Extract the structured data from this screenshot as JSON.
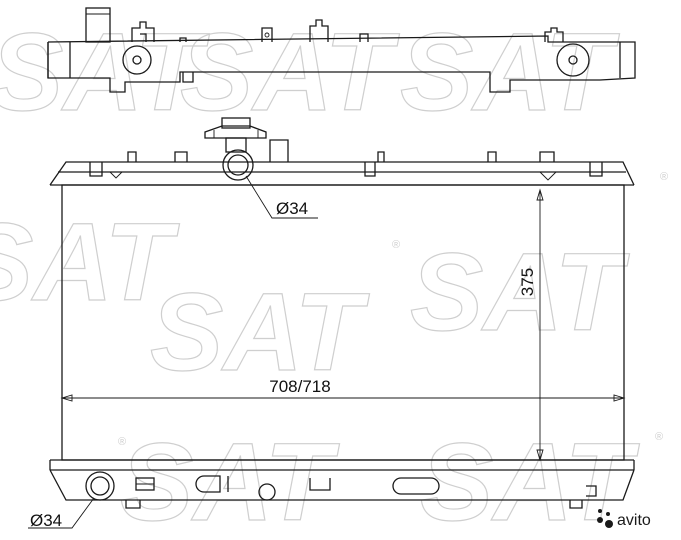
{
  "dimensions": {
    "width_label": "708/718",
    "height_label": "375",
    "top_pipe_label": "Ø34",
    "bottom_pipe_label": "Ø34"
  },
  "watermark": {
    "text": "SAT",
    "registered": "®",
    "site": "avito"
  }
}
